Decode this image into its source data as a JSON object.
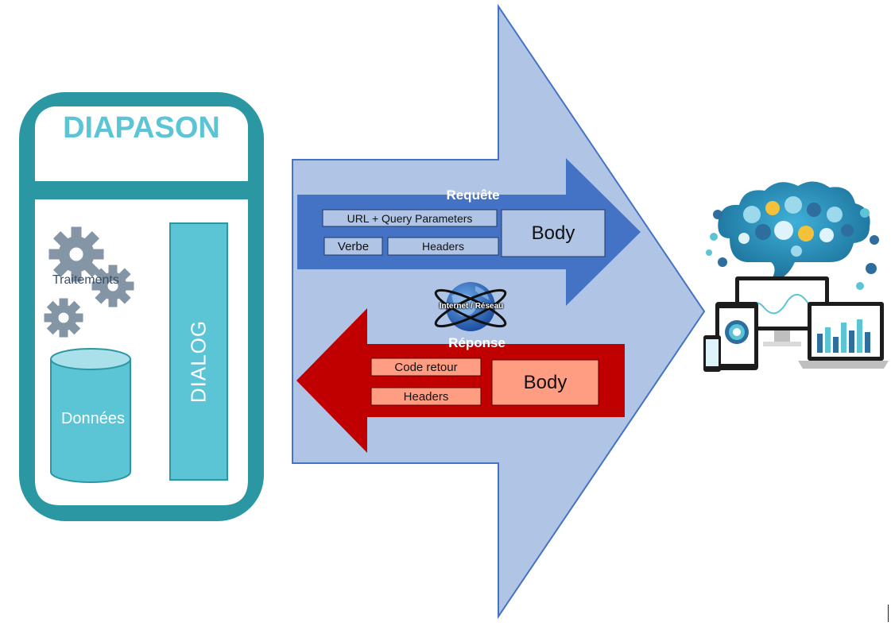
{
  "server": {
    "title": "DIAPASON",
    "processing_label": "Traitements",
    "data_label": "Données",
    "dialog_label": "DIALOG"
  },
  "request": {
    "title": "Requête",
    "url_label": "URL + Query Parameters",
    "verb_label": "Verbe",
    "headers_label": "Headers",
    "body_label": "Body"
  },
  "network": {
    "label": "Internet / Réseau"
  },
  "response": {
    "title": "Réponse",
    "code_label": "Code retour",
    "headers_label": "Headers",
    "body_label": "Body"
  },
  "colors": {
    "teal_dark": "#2a97a3",
    "teal_light": "#5bc5d6",
    "big_arrow_fill": "#b0c4e6",
    "big_arrow_stroke": "#4472c4",
    "request_arrow": "#4472c4",
    "request_box": "#b0c4e6",
    "response_arrow": "#c00000",
    "response_box": "#ff9d82"
  }
}
